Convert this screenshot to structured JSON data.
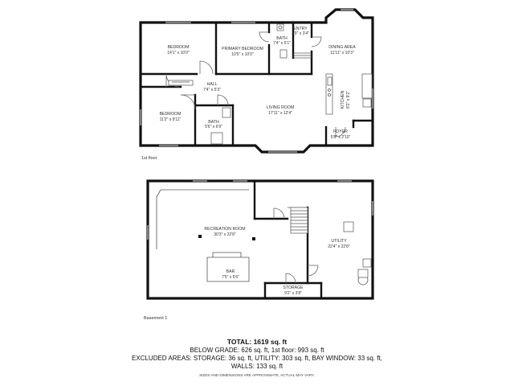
{
  "floors": [
    {
      "label": "1st floor",
      "rooms": [
        {
          "name": "BEDROOM",
          "dims": "14'1\" x 10'0\""
        },
        {
          "name": "PRIMARY BEDROOM",
          "dims": "10'5\" x 10'0\""
        },
        {
          "name": "BATH",
          "dims": "7'4\" x 6'1\""
        },
        {
          "name": "ENTRY",
          "dims": "3'9\" x 3'4\""
        },
        {
          "name": "DINING AREA",
          "dims": "11'11\" x 10'3\""
        },
        {
          "name": "HALL",
          "dims": "7'4\" x 5'3\""
        },
        {
          "name": "BEDROOM",
          "dims": "11'2\" x 9'11\""
        },
        {
          "name": "BATH",
          "dims": "5'6\" x 6'9\""
        },
        {
          "name": "LIVING ROOM",
          "dims": "17'11\" x 12'4\""
        },
        {
          "name": "KITCHEN",
          "dims": "8'2\" x 9'2\""
        },
        {
          "name": "FOYER",
          "dims": "5'8\" x 2'10\""
        }
      ]
    },
    {
      "label": "Basement 1",
      "rooms": [
        {
          "name": "RECREATION ROOM",
          "dims": "30'3\" x 22'8\""
        },
        {
          "name": "UTILITY",
          "dims": "22'4\" x 22'8\""
        },
        {
          "name": "BAR",
          "dims": "7'5\" x 5'6\""
        },
        {
          "name": "STORAGE",
          "dims": "9'2\" x 3'8\""
        }
      ]
    }
  ],
  "summary": {
    "total": "TOTAL: 1619 sq. ft",
    "below_grade": "BELOW GRADE: 626 sq. ft, 1st floor: 993 sq. ft",
    "excluded": "EXCLUDED AREAS: STORAGE: 36 sq. ft, UTILITY: 303 sq. ft, BAY WINDOW: 33 sq. ft,",
    "walls": "WALLS: 133 sq. ft",
    "note": "SIZES AND DIMENSIONS ARE APPROXIMATE, ACTUAL MAY VARY."
  }
}
